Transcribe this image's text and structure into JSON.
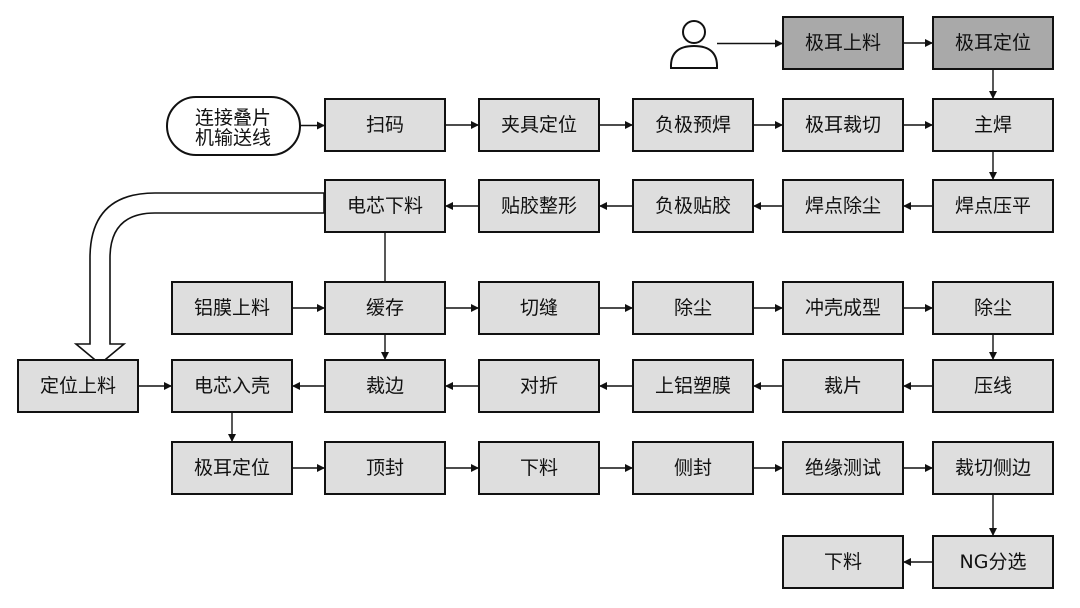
{
  "colors": {
    "box_fill": "#dedede",
    "box_fill_dark": "#a9a9a9",
    "stroke": "#111111",
    "background": "#ffffff"
  },
  "icons": {
    "operator": "person-icon"
  },
  "nodes": [
    {
      "id": "ear_load",
      "label": "极耳上料",
      "dark": true
    },
    {
      "id": "ear_pos1",
      "label": "极耳定位",
      "dark": true
    },
    {
      "id": "conveyor",
      "label": "连接叠片机输送线",
      "lines": [
        "连接叠片",
        "机输送线"
      ]
    },
    {
      "id": "scan",
      "label": "扫码"
    },
    {
      "id": "fixture",
      "label": "夹具定位"
    },
    {
      "id": "neg_preweld",
      "label": "负极预焊"
    },
    {
      "id": "ear_cut",
      "label": "极耳裁切"
    },
    {
      "id": "main_weld",
      "label": "主焊"
    },
    {
      "id": "cell_unload",
      "label": "电芯下料"
    },
    {
      "id": "tape_shape",
      "label": "贴胶整形"
    },
    {
      "id": "neg_tape",
      "label": "负极贴胶"
    },
    {
      "id": "weld_dust",
      "label": "焊点除尘"
    },
    {
      "id": "weld_flat",
      "label": "焊点压平"
    },
    {
      "id": "al_load",
      "label": "铝膜上料"
    },
    {
      "id": "buffer",
      "label": "缓存"
    },
    {
      "id": "slit",
      "label": "切缝"
    },
    {
      "id": "dust1",
      "label": "除尘"
    },
    {
      "id": "punch",
      "label": "冲壳成型"
    },
    {
      "id": "dust2",
      "label": "除尘"
    },
    {
      "id": "pos_load",
      "label": "定位上料"
    },
    {
      "id": "cell_in",
      "label": "电芯入壳"
    },
    {
      "id": "edge_trim",
      "label": "裁边"
    },
    {
      "id": "fold",
      "label": "对折"
    },
    {
      "id": "al_film",
      "label": "上铝塑膜"
    },
    {
      "id": "cut_piece",
      "label": "裁片"
    },
    {
      "id": "press_line",
      "label": "压线"
    },
    {
      "id": "ear_pos2",
      "label": "极耳定位"
    },
    {
      "id": "top_seal",
      "label": "顶封"
    },
    {
      "id": "unload1",
      "label": "下料"
    },
    {
      "id": "side_seal",
      "label": "侧封"
    },
    {
      "id": "insulation",
      "label": "绝缘测试"
    },
    {
      "id": "side_trim",
      "label": "裁切侧边"
    },
    {
      "id": "unload2",
      "label": "下料"
    },
    {
      "id": "ng_sort",
      "label": "NG分选"
    }
  ],
  "edges": [
    [
      "operator",
      "ear_load"
    ],
    [
      "ear_load",
      "ear_pos1"
    ],
    [
      "ear_pos1",
      "main_weld"
    ],
    [
      "conveyor",
      "scan"
    ],
    [
      "scan",
      "fixture"
    ],
    [
      "fixture",
      "neg_preweld"
    ],
    [
      "neg_preweld",
      "ear_cut"
    ],
    [
      "ear_cut",
      "main_weld"
    ],
    [
      "main_weld",
      "weld_flat"
    ],
    [
      "weld_flat",
      "weld_dust"
    ],
    [
      "weld_dust",
      "neg_tape"
    ],
    [
      "neg_tape",
      "tape_shape"
    ],
    [
      "tape_shape",
      "cell_unload"
    ],
    [
      "cell_unload",
      "pos_load"
    ],
    [
      "al_load",
      "buffer"
    ],
    [
      "buffer",
      "slit"
    ],
    [
      "slit",
      "dust1"
    ],
    [
      "dust1",
      "punch"
    ],
    [
      "punch",
      "dust2"
    ],
    [
      "dust2",
      "press_line"
    ],
    [
      "press_line",
      "cut_piece"
    ],
    [
      "cut_piece",
      "al_film"
    ],
    [
      "al_film",
      "fold"
    ],
    [
      "fold",
      "edge_trim"
    ],
    [
      "edge_trim",
      "cell_in"
    ],
    [
      "pos_load",
      "cell_in"
    ],
    [
      "cell_in",
      "ear_pos2"
    ],
    [
      "ear_pos2",
      "top_seal"
    ],
    [
      "top_seal",
      "unload1"
    ],
    [
      "unload1",
      "side_seal"
    ],
    [
      "side_seal",
      "insulation"
    ],
    [
      "insulation",
      "side_trim"
    ],
    [
      "side_trim",
      "ng_sort"
    ],
    [
      "ng_sort",
      "unload2"
    ]
  ]
}
